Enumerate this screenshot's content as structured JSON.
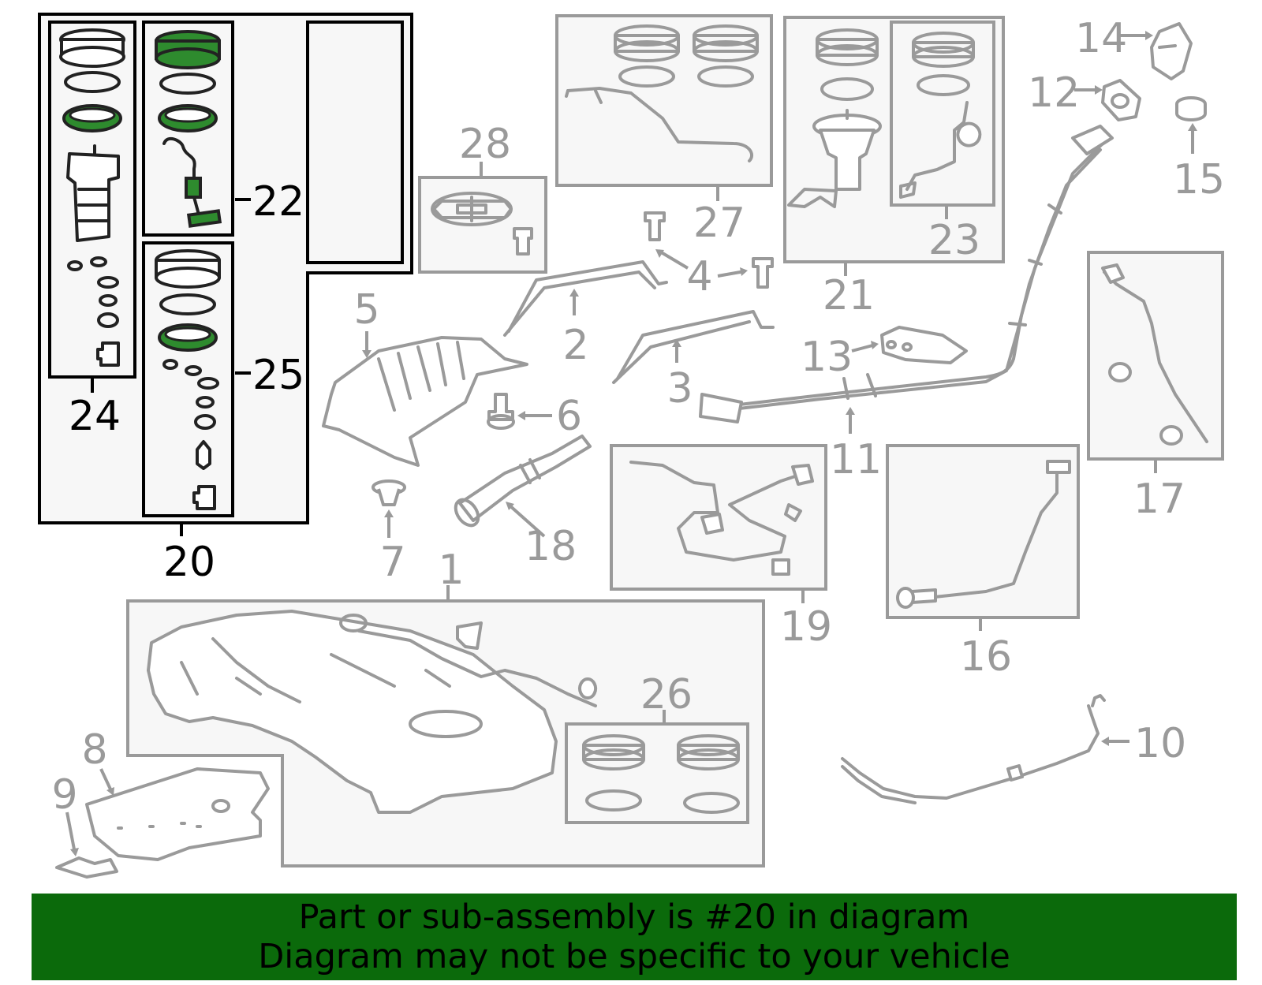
{
  "colors": {
    "highlight": "#2e8b2e",
    "footer_bg": "#0b6a0b",
    "line_gray": "#9a9a9a",
    "line_dark": "#000000"
  },
  "callouts": {
    "c1": "1",
    "c2": "2",
    "c3": "3",
    "c4": "4",
    "c5": "5",
    "c6": "6",
    "c7": "7",
    "c8": "8",
    "c9": "9",
    "c10": "10",
    "c11": "11",
    "c12": "12",
    "c13": "13",
    "c14": "14",
    "c15": "15",
    "c16": "16",
    "c17": "17",
    "c18": "18",
    "c19": "19",
    "c20": "20",
    "c21": "21",
    "c22": "22",
    "c23": "23",
    "c24": "24",
    "c25": "25",
    "c26": "26",
    "c27": "27",
    "c28": "28"
  },
  "footer": {
    "line1": "Part or sub-assembly is #20 in diagram",
    "line2": "Diagram may not be specific to your vehicle"
  }
}
